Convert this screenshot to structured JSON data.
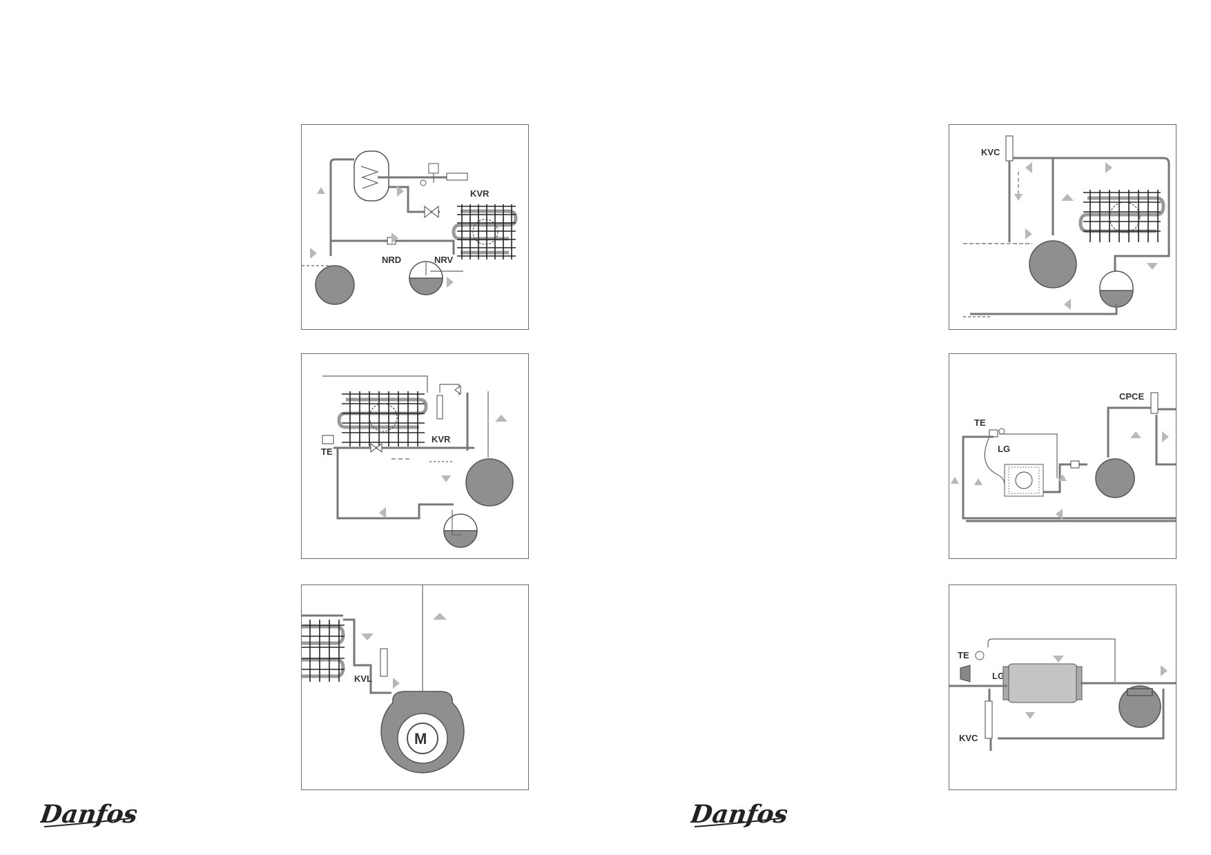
{
  "brand": {
    "logo_text": "Danfoss"
  },
  "panels": {
    "p1": {
      "labels": {
        "kvr": "KVR",
        "nrd": "NRD",
        "nrv": "NRV"
      }
    },
    "p2": {
      "labels": {
        "te": "TE",
        "kvr": "KVR"
      }
    },
    "p3": {
      "labels": {
        "kvl": "KVL",
        "motor": "M"
      }
    },
    "p4": {
      "labels": {
        "kvc": "KVC"
      }
    },
    "p5": {
      "labels": {
        "cpce": "CPCE",
        "te": "TE",
        "lg": "LG"
      }
    },
    "p6": {
      "labels": {
        "te": "TE",
        "lg": "LG",
        "kvc": "KVC"
      }
    }
  }
}
